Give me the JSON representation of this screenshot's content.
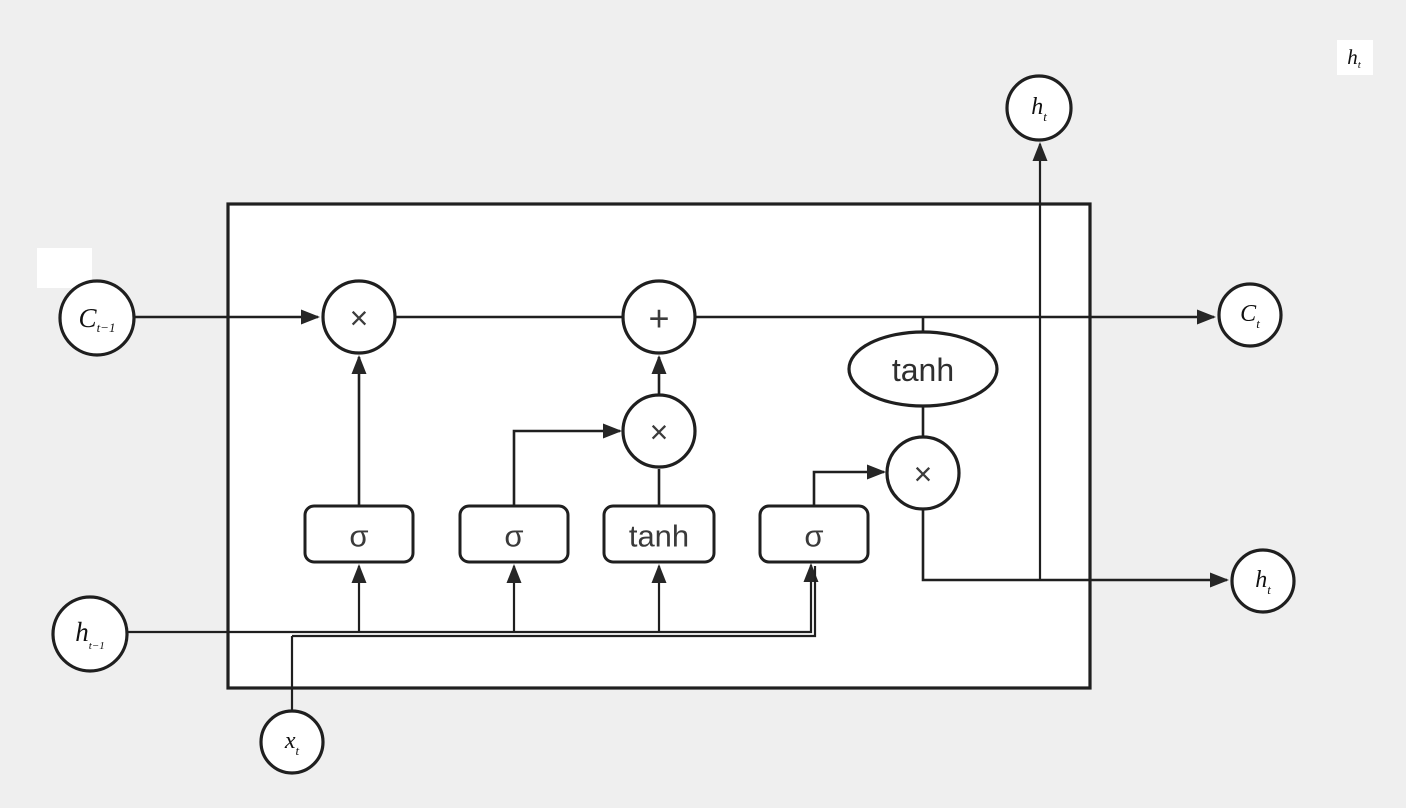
{
  "diagram": {
    "kind": "LSTM cell diagram",
    "colors": {
      "background": "#efefef",
      "cell_fill": "#ffffff",
      "stroke": "#1f1f1f",
      "glyph": "#3c3c3c"
    },
    "nodes": {
      "c_prev": {
        "base": "C",
        "sub": "t−1"
      },
      "h_prev": {
        "base": "h",
        "sub": "t−1"
      },
      "x_input": {
        "base": "x",
        "sub": "t"
      },
      "c_next": {
        "base": "C",
        "sub": "t"
      },
      "h_out_top": {
        "base": "h",
        "sub": "t"
      },
      "h_out_right": {
        "base": "h",
        "sub": "t"
      },
      "h_corner_label": {
        "base": "h",
        "sub": "t"
      }
    },
    "gates": {
      "forget_gate": "σ",
      "input_gate": "σ",
      "candidate_gate": "tanh",
      "output_gate": "σ"
    },
    "operators": {
      "forget_multiply": "×",
      "cell_add": "+",
      "input_multiply": "×",
      "output_multiply": "×",
      "cell_activation": "tanh"
    }
  }
}
